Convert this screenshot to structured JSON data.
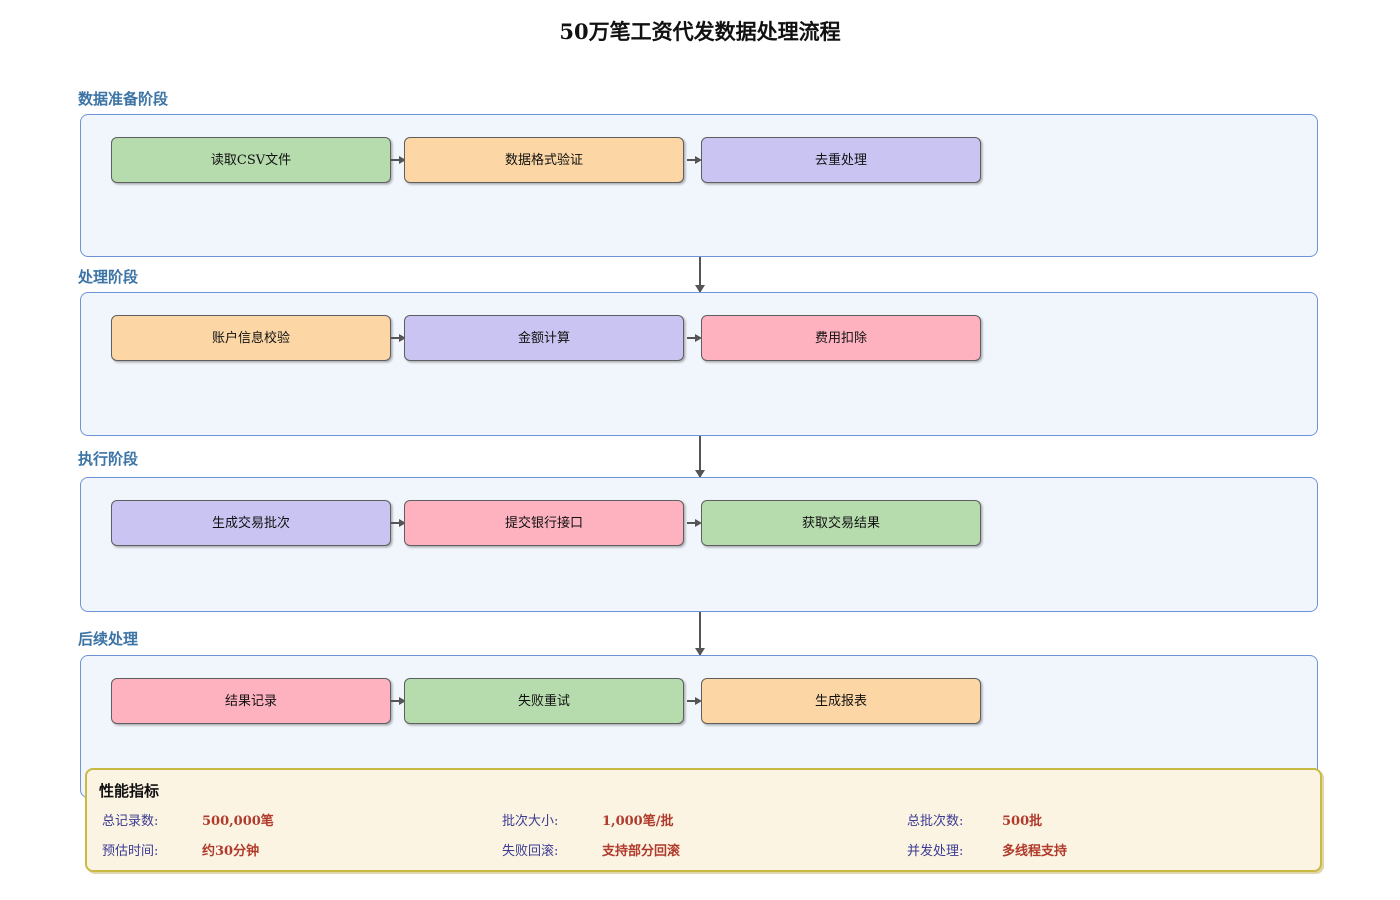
{
  "title": "50万笔工资代发数据处理流程",
  "stages": [
    {
      "label": "数据准备阶段",
      "steps": [
        {
          "text": "读取CSV文件",
          "fill": "#b6dcae"
        },
        {
          "text": "数据格式验证",
          "fill": "#fcd7a5"
        },
        {
          "text": "去重处理",
          "fill": "#c9c4f2"
        }
      ]
    },
    {
      "label": "处理阶段",
      "steps": [
        {
          "text": "账户信息校验",
          "fill": "#fcd7a5"
        },
        {
          "text": "金额计算",
          "fill": "#c9c4f2"
        },
        {
          "text": "费用扣除",
          "fill": "#feb2c0"
        }
      ]
    },
    {
      "label": "执行阶段",
      "steps": [
        {
          "text": "生成交易批次",
          "fill": "#c9c4f2"
        },
        {
          "text": "提交银行接口",
          "fill": "#feb2c0"
        },
        {
          "text": "获取交易结果",
          "fill": "#b6dcae"
        }
      ]
    },
    {
      "label": "后续处理",
      "steps": [
        {
          "text": "结果记录",
          "fill": "#feb2c0"
        },
        {
          "text": "失败重试",
          "fill": "#b6dcae"
        },
        {
          "text": "生成报表",
          "fill": "#fcd7a5"
        }
      ]
    }
  ],
  "metrics": {
    "heading": "性能指标",
    "items": [
      {
        "label": "总记录数:",
        "value": "500,000笔"
      },
      {
        "label": "批次大小:",
        "value": "1,000笔/批"
      },
      {
        "label": "总批次数:",
        "value": "500批"
      },
      {
        "label": "预估时间:",
        "value": "约30分钟"
      },
      {
        "label": "失败回滚:",
        "value": "支持部分回滚"
      },
      {
        "label": "并发处理:",
        "value": "多线程支持"
      }
    ]
  },
  "colors": {
    "stage_border": "#6d93d9",
    "stage_fill": "#f1f6fc",
    "stage_label": "#3c74a6",
    "node_border": "#5f5f5f",
    "arrow": "#555555",
    "metrics_border": "#c9b945",
    "metrics_fill": "#fcf4e2",
    "metric_label_color": "#3b3b94",
    "metric_value_color": "#b03a2c"
  }
}
